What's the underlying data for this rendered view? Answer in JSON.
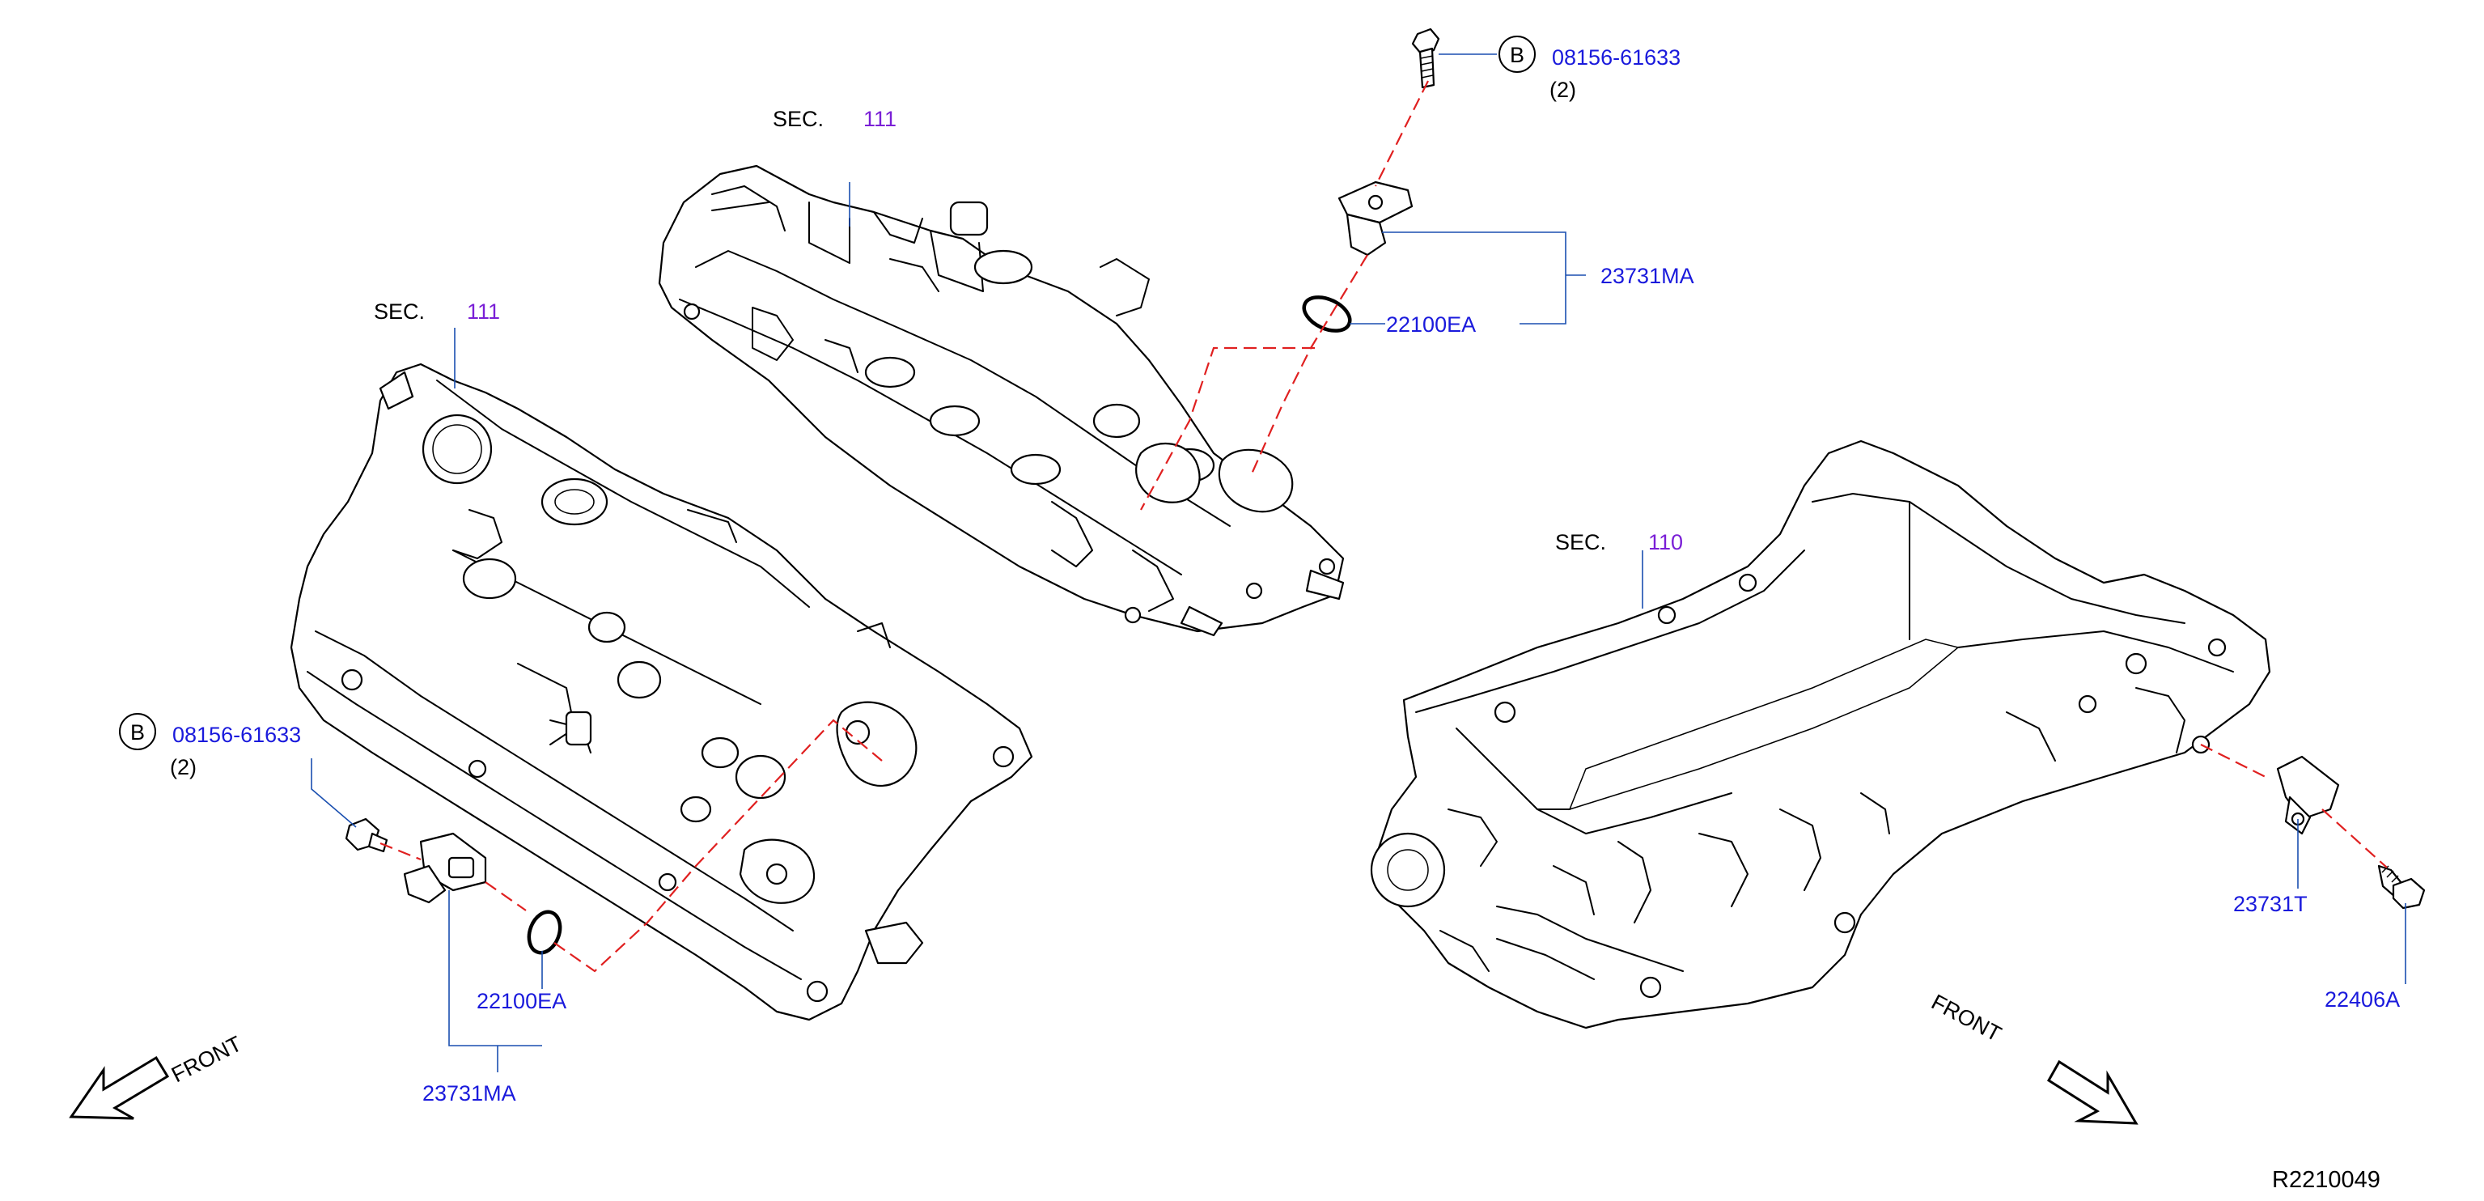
{
  "diagram": {
    "ref_number": "R2210049",
    "sections": [
      {
        "prefix": "SEC.",
        "number": "111"
      },
      {
        "prefix": "SEC.",
        "number": "111"
      },
      {
        "prefix": "SEC.",
        "number": "110"
      }
    ],
    "bolt_callouts": [
      {
        "circle_letter": "B",
        "part_number": "08156-61633",
        "quantity": "(2)"
      },
      {
        "circle_letter": "B",
        "part_number": "08156-61633",
        "quantity": "(2)"
      }
    ],
    "parts": {
      "camshaft_sensor_top": "23731MA",
      "o_ring_top": "22100EA",
      "o_ring_left": "22100EA",
      "camshaft_sensor_left": "23731MA",
      "crank_sensor": "23731T",
      "bolt_right": "22406A"
    },
    "direction_labels": [
      "FRONT",
      "FRONT"
    ],
    "colors": {
      "part_number": "#1a1adc",
      "section_number": "#7a1fd6",
      "dashed_line": "#e02020",
      "leader_line": "#1a4fb0"
    }
  }
}
